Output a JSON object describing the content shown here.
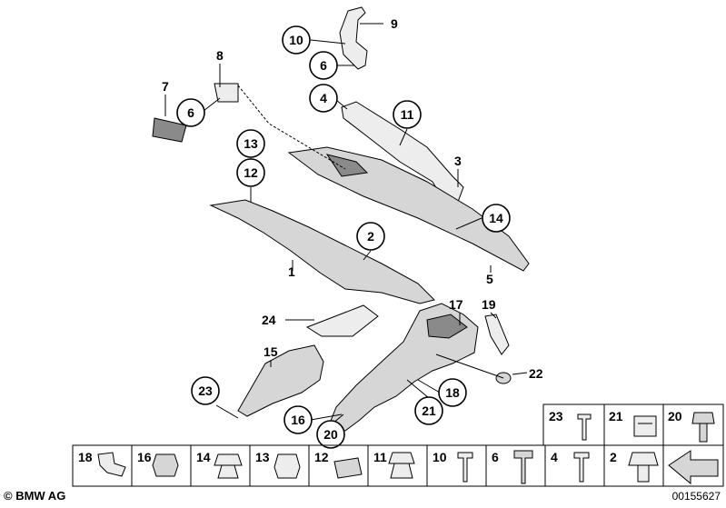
{
  "callouts": {
    "c10": "10",
    "c6a": "6",
    "c4": "4",
    "c11": "11",
    "c6b": "6",
    "c13": "13",
    "c12": "12",
    "c2": "2",
    "c14": "14",
    "c23": "23",
    "c18": "18",
    "c21": "21",
    "c16": "16",
    "c20": "20"
  },
  "labels": {
    "l9": "9",
    "l8": "8",
    "l7": "7",
    "l3": "3",
    "l1": "1",
    "l5": "5",
    "l17": "17",
    "l19": "19",
    "l24": "24",
    "l15": "15",
    "l22": "22"
  },
  "grid_top": [
    "23",
    "21",
    "20"
  ],
  "grid_bottom": [
    "18",
    "16",
    "14",
    "13",
    "12",
    "11",
    "10",
    "6",
    "4",
    "2"
  ],
  "copyright": "© BMW AG",
  "image_number": "00155627"
}
